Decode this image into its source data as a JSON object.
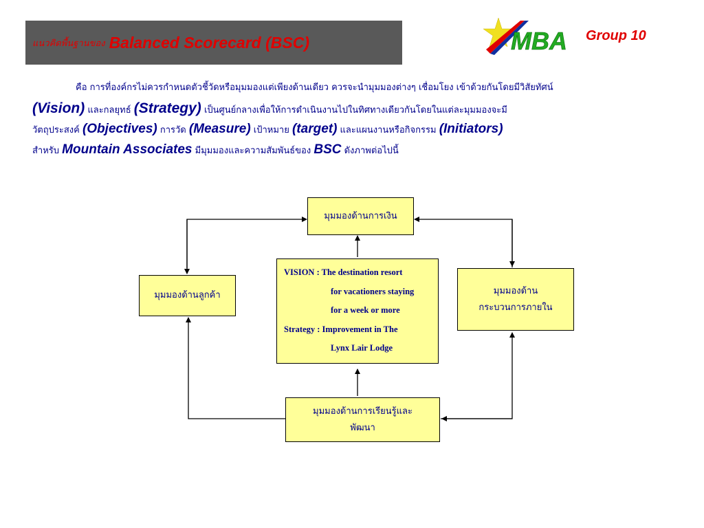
{
  "header": {
    "title_thai": "แนวคิดพื้นฐานของ",
    "title_en": "Balanced Scorecard  (BSC)",
    "logo_text": "MBA",
    "group": "Group 10"
  },
  "intro": {
    "l1": "คือ การที่องค์กรไม่ควรกำหนดตัวชี้วัดหรือมุมมองแต่เพียงด้านเดียว ควรจะนำมุมมองต่างๆ เชื่อมโยง เข้าด้วยกันโดยมีวิสัยทัศน์",
    "l2_kw1": "(Vision)",
    "l2_t1": " และกลยุทธ์ ",
    "l2_kw2": "(Strategy)",
    "l2_t2": " เป็นศูนย์กลางเพื่อให้การดำเนินงานไปในทิศทางเดียวกันโดยในแต่ละมุมมองจะมี",
    "l3_t1": "วัตถุประสงค์ ",
    "l3_kw1": "(Objectives)",
    "l3_t2": "  การวัด  ",
    "l3_kw2": "(Measure)",
    "l3_t3": "  เป้าหมาย ",
    "l3_kw3": "(target)",
    "l3_t4": "  และแผนงานหรือกิจกรรม ",
    "l3_kw4": "(Initiators)",
    "l4_t1": "สำหรับ  ",
    "l4_kw1": "Mountain Associates",
    "l4_t2": "  มีมุมมองและความสัมพันธ์ของ ",
    "l4_kw2": "BSC",
    "l4_t3": " ดังภาพต่อไปนี้"
  },
  "diagram": {
    "financial": "มุมมองด้านการเงิน",
    "customer": "มุมมองด้านลูกค้า",
    "internal_l1": "มุมมองด้าน",
    "internal_l2": "กระบวนการภายใน",
    "learning_l1": "มุมมองด้านการเรียนรู้และ",
    "learning_l2": "พัฒนา",
    "vision_l1": "VISION :  The destination resort",
    "vision_l2": "for vacationers staying",
    "vision_l3": "for a week or more",
    "vision_l4": "Strategy : Improvement  in The",
    "vision_l5": "Lynx Lair Lodge"
  },
  "colors": {
    "title_bar": "#595959",
    "title_text": "#e00000",
    "body_text": "#00008b",
    "box_fill": "#ffff99",
    "logo_green": "#22aa22",
    "logo_star": "#f0e020"
  }
}
